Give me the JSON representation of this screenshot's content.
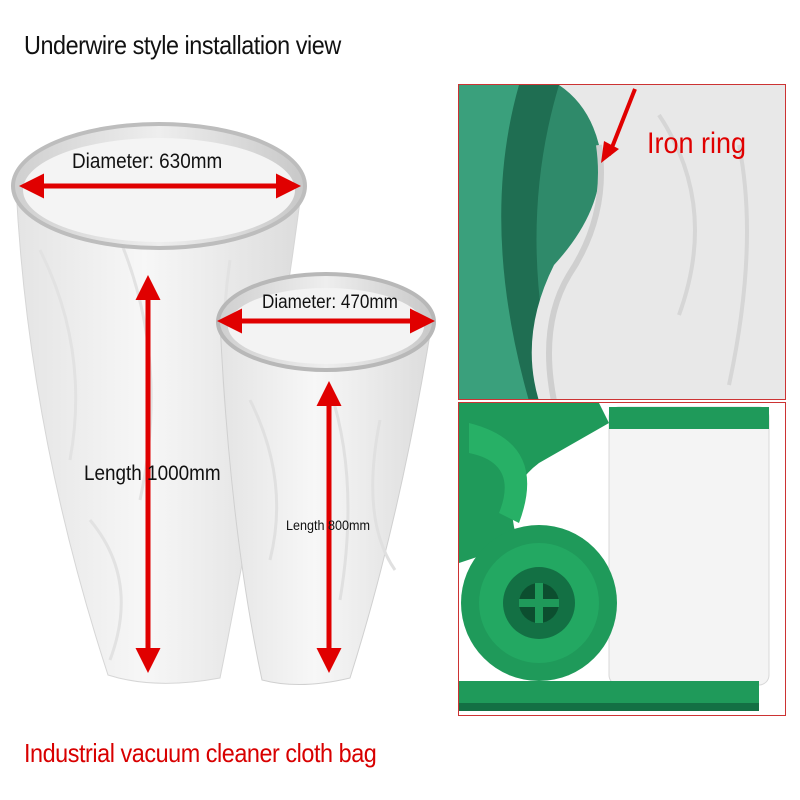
{
  "title": "Underwire style installation view",
  "footer": "Industrial vacuum cleaner cloth bag",
  "large_bag": {
    "diameter": "Diameter: 630mm",
    "length": "Length 1000mm"
  },
  "small_bag": {
    "diameter": "Diameter: 470mm",
    "length": "Length 800mm"
  },
  "detail": {
    "callout": "Iron ring"
  },
  "colors": {
    "arrow": "#e00000",
    "machine_green": "#1f9a5a",
    "bag_white": "#f2f2f2"
  }
}
